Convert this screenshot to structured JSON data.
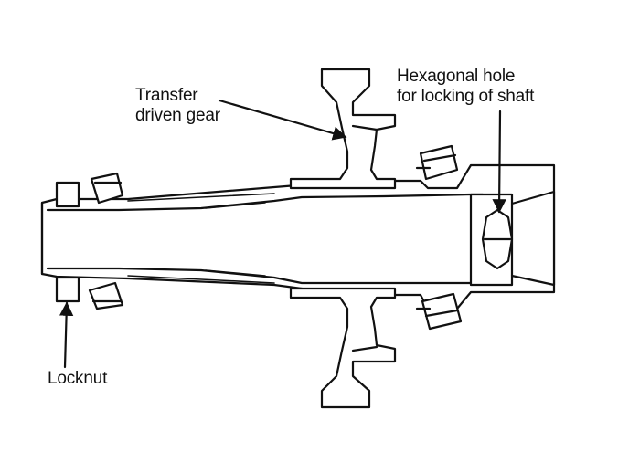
{
  "labels": {
    "gear": {
      "line1": "Transfer",
      "line2": "driven gear"
    },
    "hole": {
      "line1": "Hexagonal hole",
      "line2": "for locking of shaft"
    },
    "locknut": "Locknut"
  },
  "colors": {
    "ink": "#111111",
    "paper": "#ffffff"
  }
}
